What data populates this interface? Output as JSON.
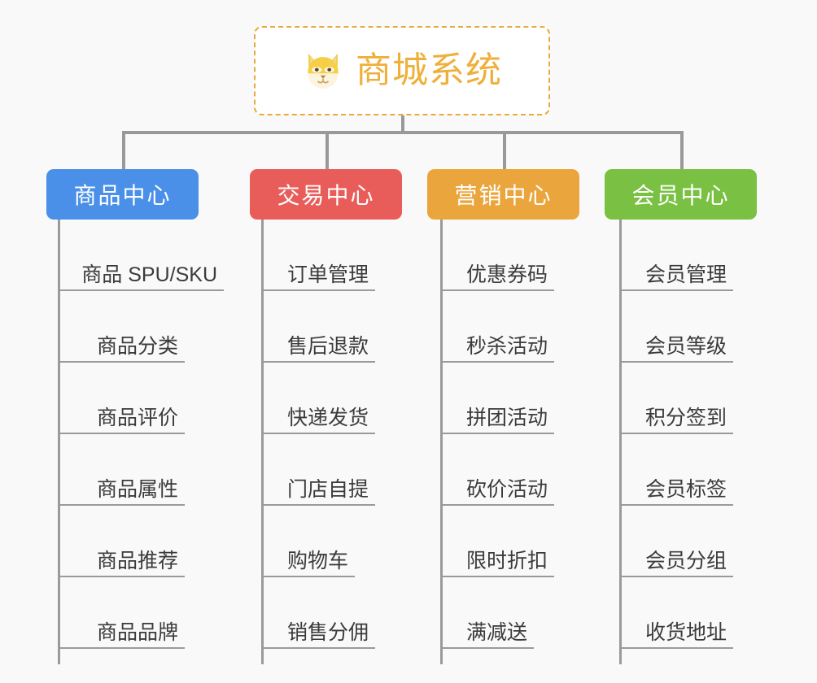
{
  "background_color": "#f9f9f9",
  "root": {
    "title": "商城系统",
    "icon": "shiba-dog-face-icon",
    "border_color": "#e9a93a",
    "text_color": "#eeb03a",
    "fill_color": "#ffffff"
  },
  "connector_color": "#999999",
  "columns": [
    {
      "id": "product-center",
      "label": "商品中心",
      "color": "#4a90e8",
      "items": [
        "商品 SPU/SKU",
        "商品分类",
        "商品评价",
        "商品属性",
        "商品推荐",
        "商品品牌"
      ]
    },
    {
      "id": "trade-center",
      "label": "交易中心",
      "color": "#e85d5a",
      "items": [
        "订单管理",
        "售后退款",
        "快递发货",
        "门店自提",
        "购物车",
        "销售分佣"
      ]
    },
    {
      "id": "marketing-center",
      "label": "营销中心",
      "color": "#eaa63c",
      "items": [
        "优惠券码",
        "秒杀活动",
        "拼团活动",
        "砍价活动",
        "限时折扣",
        "满减送"
      ]
    },
    {
      "id": "member-center",
      "label": "会员中心",
      "color": "#7ac143",
      "items": [
        "会员管理",
        "会员等级",
        "积分签到",
        "会员标签",
        "会员分组",
        "收货地址"
      ]
    }
  ]
}
